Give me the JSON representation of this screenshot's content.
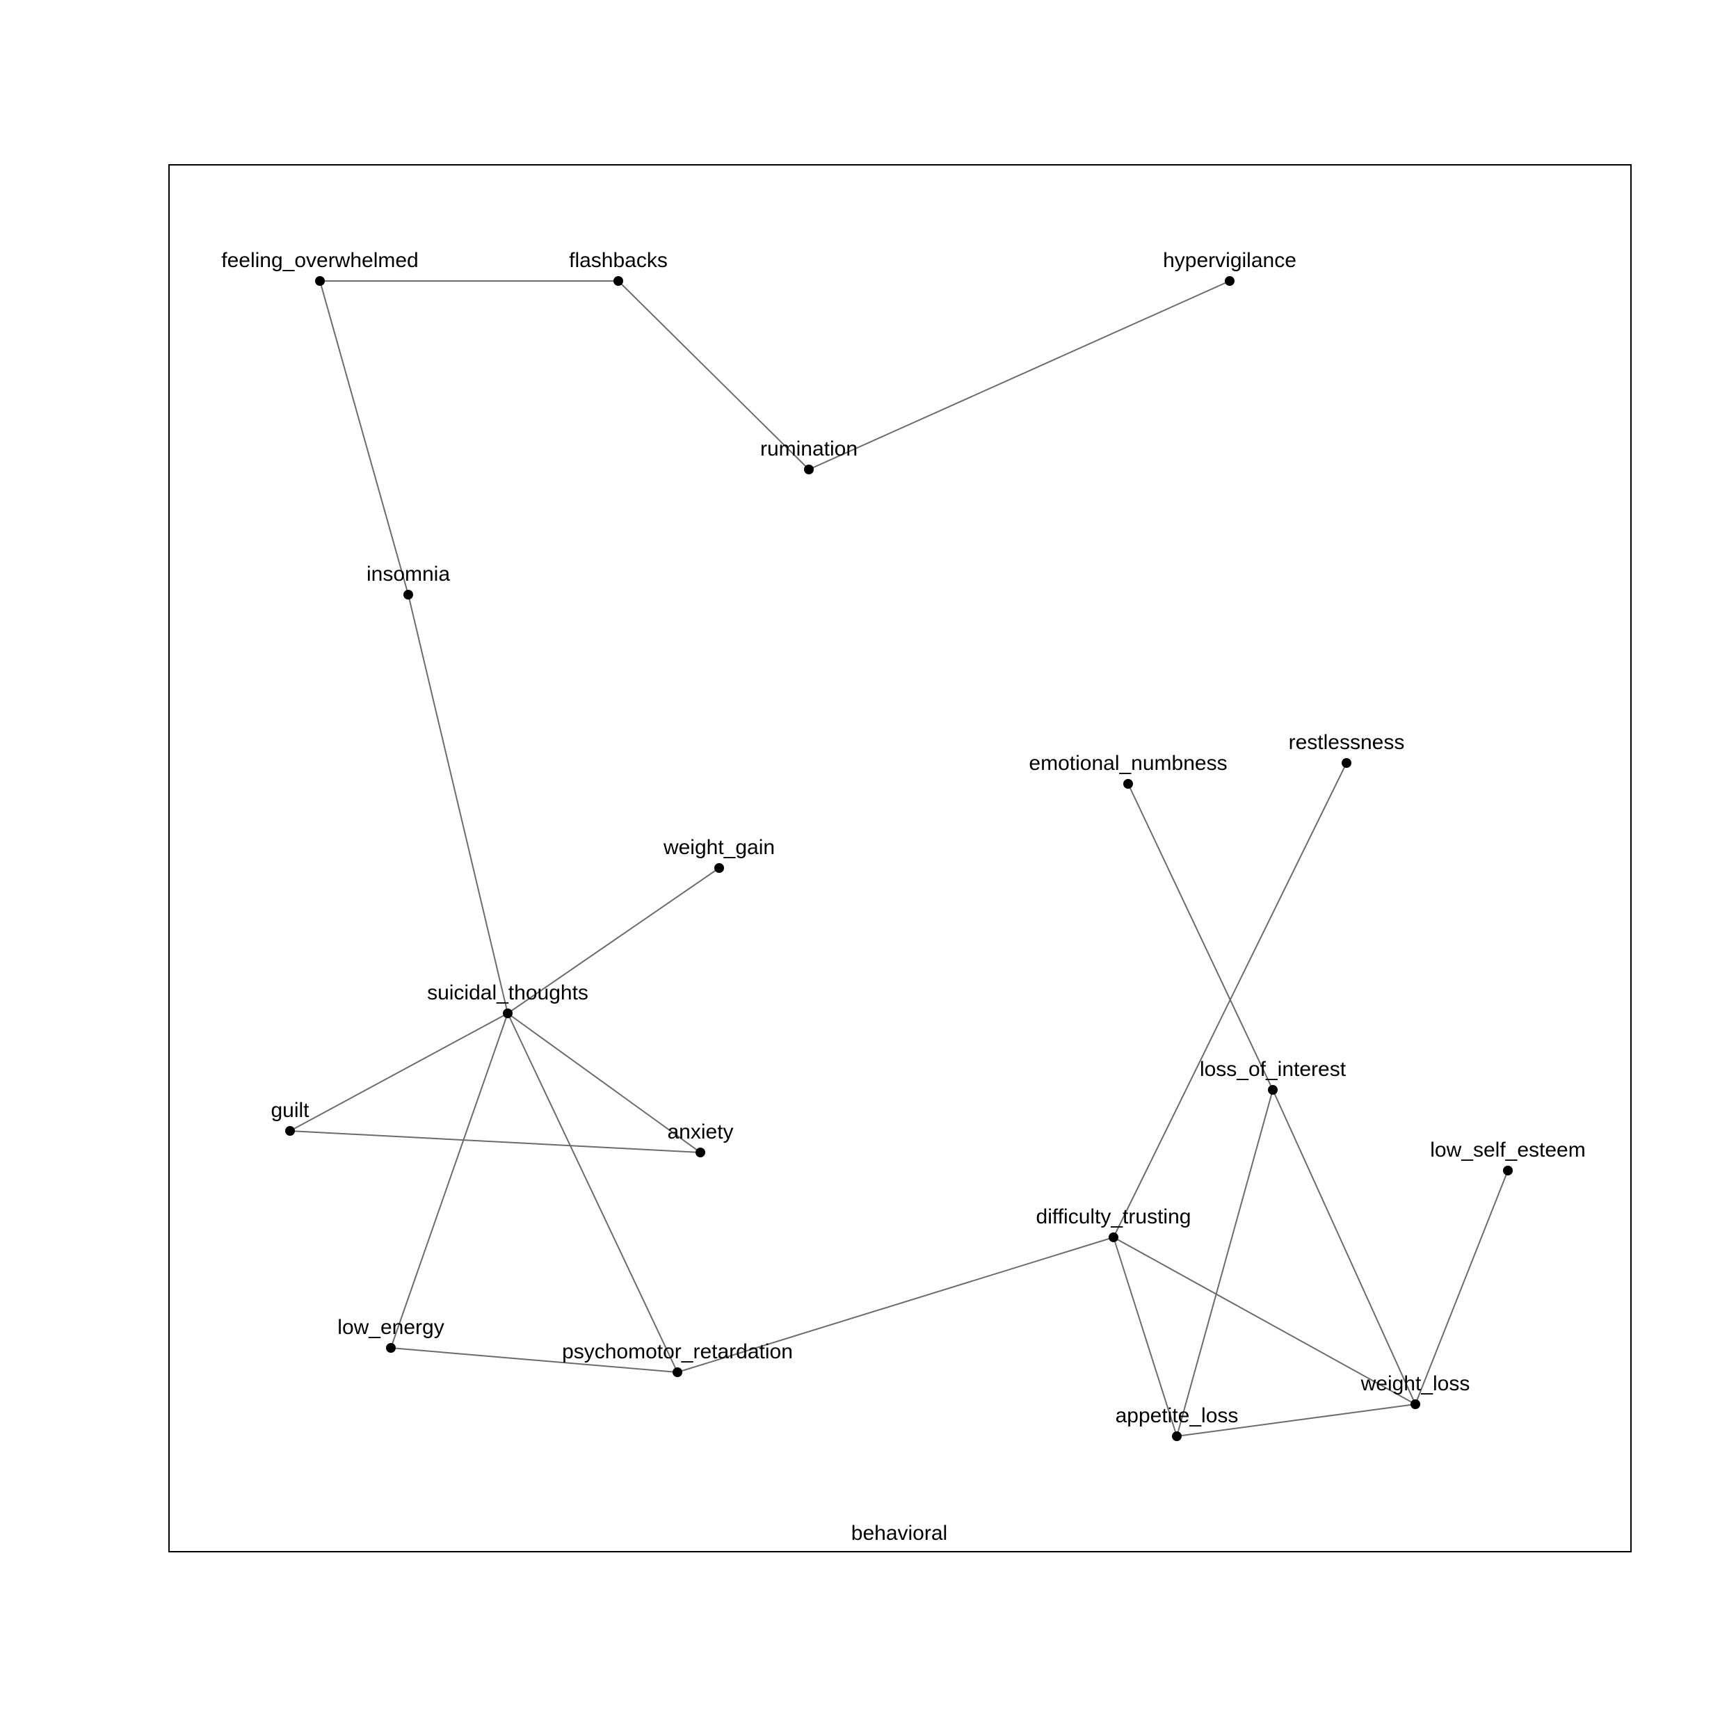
{
  "diagram": {
    "type": "network",
    "panel_label": "behavioral",
    "nodes": [
      {
        "id": "feeling_overwhelmed",
        "label": "feeling_overwhelmed"
      },
      {
        "id": "flashbacks",
        "label": "flashbacks"
      },
      {
        "id": "hypervigilance",
        "label": "hypervigilance"
      },
      {
        "id": "rumination",
        "label": "rumination"
      },
      {
        "id": "insomnia",
        "label": "insomnia"
      },
      {
        "id": "emotional_numbness",
        "label": "emotional_numbness"
      },
      {
        "id": "restlessness",
        "label": "restlessness"
      },
      {
        "id": "weight_gain",
        "label": "weight_gain"
      },
      {
        "id": "suicidal_thoughts",
        "label": "suicidal_thoughts"
      },
      {
        "id": "loss_of_interest",
        "label": "loss_of_interest"
      },
      {
        "id": "guilt",
        "label": "guilt"
      },
      {
        "id": "anxiety",
        "label": "anxiety"
      },
      {
        "id": "low_self_esteem",
        "label": "low_self_esteem"
      },
      {
        "id": "difficulty_trusting",
        "label": "difficulty_trusting"
      },
      {
        "id": "low_energy",
        "label": "low_energy"
      },
      {
        "id": "psychomotor_retardation",
        "label": "psychomotor_retardation"
      },
      {
        "id": "weight_loss",
        "label": "weight_loss"
      },
      {
        "id": "appetite_loss",
        "label": "appetite_loss"
      }
    ],
    "edges": [
      [
        "feeling_overwhelmed",
        "flashbacks"
      ],
      [
        "feeling_overwhelmed",
        "insomnia"
      ],
      [
        "flashbacks",
        "rumination"
      ],
      [
        "rumination",
        "hypervigilance"
      ],
      [
        "insomnia",
        "suicidal_thoughts"
      ],
      [
        "suicidal_thoughts",
        "weight_gain"
      ],
      [
        "suicidal_thoughts",
        "guilt"
      ],
      [
        "suicidal_thoughts",
        "anxiety"
      ],
      [
        "suicidal_thoughts",
        "low_energy"
      ],
      [
        "suicidal_thoughts",
        "psychomotor_retardation"
      ],
      [
        "guilt",
        "anxiety"
      ],
      [
        "low_energy",
        "psychomotor_retardation"
      ],
      [
        "psychomotor_retardation",
        "difficulty_trusting"
      ],
      [
        "emotional_numbness",
        "loss_of_interest"
      ],
      [
        "loss_of_interest",
        "weight_loss"
      ],
      [
        "loss_of_interest",
        "appetite_loss"
      ],
      [
        "restlessness",
        "difficulty_trusting"
      ],
      [
        "difficulty_trusting",
        "weight_loss"
      ],
      [
        "difficulty_trusting",
        "appetite_loss"
      ],
      [
        "appetite_loss",
        "weight_loss"
      ],
      [
        "low_self_esteem",
        "weight_loss"
      ]
    ]
  }
}
